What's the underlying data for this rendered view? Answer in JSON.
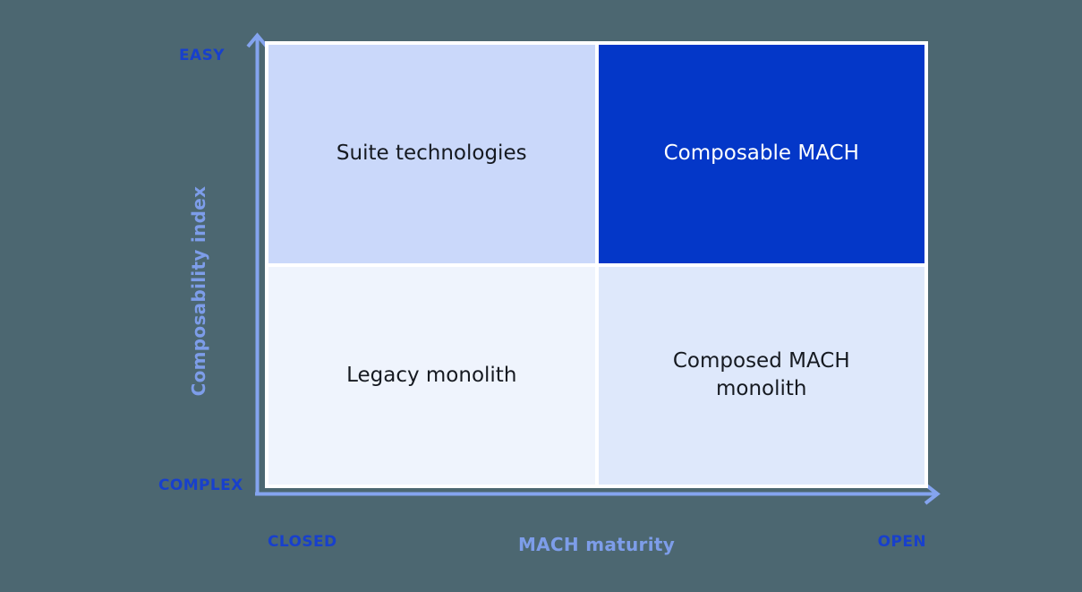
{
  "colors": {
    "background": "#4C6771",
    "axis_line": "#84A4EF",
    "axis_title_text": "#7D9DE9",
    "axis_extreme_text": "#1840CC",
    "quadrant_border": "#FFFFFF",
    "quadrant_text_dark": "#161A21",
    "quadrant_text_light": "#FFFFFF"
  },
  "chart_data": {
    "type": "quadrant_matrix",
    "x_axis": {
      "title": "MACH maturity",
      "min_label": "CLOSED",
      "max_label": "OPEN"
    },
    "y_axis": {
      "title": "Composability index",
      "min_label": "COMPLEX",
      "max_label": "EASY"
    },
    "quadrants": {
      "top_left": {
        "label": "Suite technologies",
        "bg": "#CAD8FA"
      },
      "top_right": {
        "label": "Composable MACH",
        "bg": "#0437C8"
      },
      "bottom_left": {
        "label": "Legacy monolith",
        "bg": "#EFF4FD"
      },
      "bottom_right": {
        "label": "Composed MACH monolith",
        "bg": "#DEE8FB"
      }
    }
  }
}
